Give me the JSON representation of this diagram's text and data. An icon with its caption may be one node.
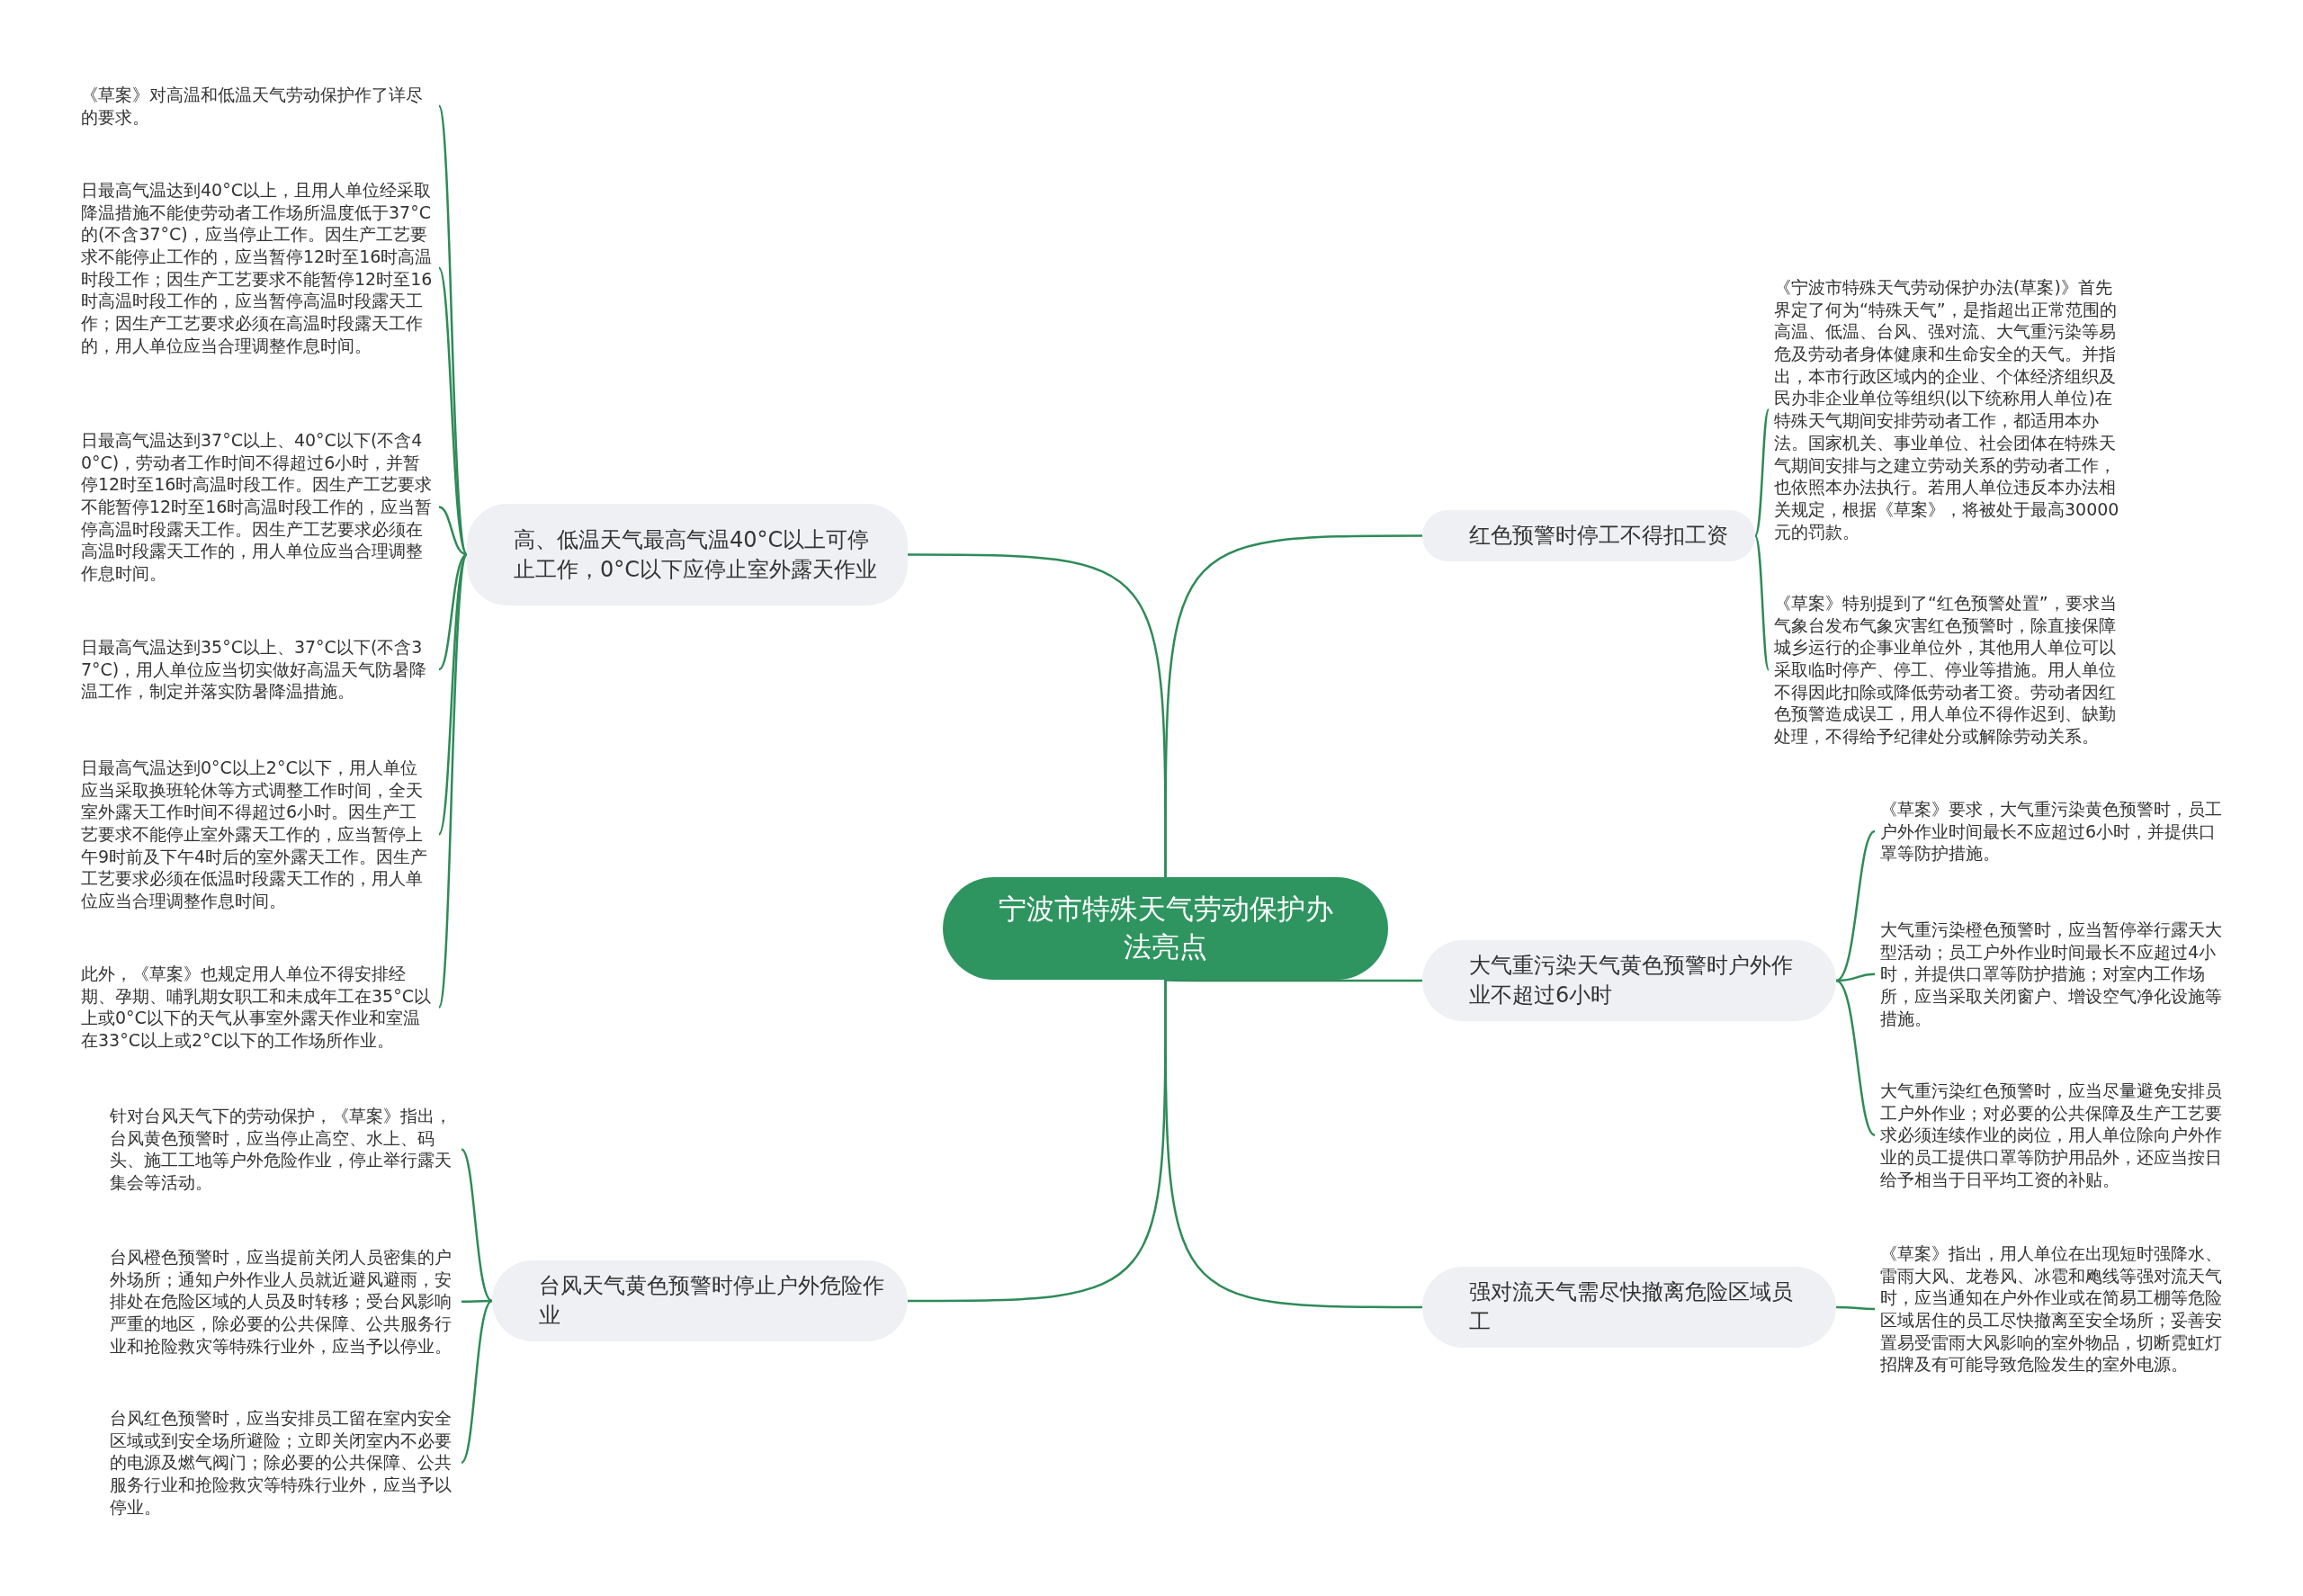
{
  "diagram": {
    "nodes": [
      {
        "text": [
          "宁波市特殊天气劳动保护办法亮点"
        ]
      },
      {
        "text": [
          "高、低温天气最高气温40°C以上可停止工作，0°C以下应停止室外露天作业"
        ]
      },
      {
        "text": [
          "《草案》对高温和低温天气劳动保护作了详尽的要求。"
        ]
      },
      {
        "text": [
          "日最高气温达到40°C以上，且用人单位经采取降温措施不能使劳动者工作场所温度低于37°C的(不含37°C)，应当停止工作。因生产工艺要求不能停止工作的，应当暂停12时至16时高温时段工作；因生产工艺要求不能暂停12时至16时高温时段工作的，应当暂停高温时段露天工作；因生产工艺要求必须在高温时段露天工作的，用人单位应当合理调整作息时间。"
        ]
      },
      {
        "text": [
          "日最高气温达到37°C以上、40°C以下(不含40°C)，劳动者工作时间不得超过6小时，并暂停12时至16时高温时段工作。因生产工艺要求不能暂停12时至16时高温时段工作的，应当暂停高温时段露天工作。因生产工艺要求必须在高温时段露天工作的，用人单位应当合理调整作息时间。"
        ]
      },
      {
        "text": [
          "日最高气温达到35°C以上、37°C以下(不含37°C)，用人单位应当切实做好高温天气防暑降温工作，制定并落实防暑降温措施。"
        ]
      },
      {
        "text": [
          "日最高气温达到0°C以上2°C以下，用人单位应当采取换班轮休等方式调整工作时间，全天室外露天工作时间不得超过6小时。因生产工艺要求不能停止室外露天工作的，应当暂停上午9时前及下午4时后的室外露天工作。因生产工艺要求必须在低温时段露天工作的，用人单位应当合理调整作息时间。"
        ]
      },
      {
        "text": [
          "此外，《草案》也规定用人单位不得安排经期、孕期、哺乳期女职工和未成年工在35°C以上或0°C以下的天气从事室外露天作业和室温在33°C以上或2°C以下的工作场所作业。"
        ]
      },
      {
        "text": [
          "台风天气黄色预警时停止户外危险作业"
        ]
      },
      {
        "text": [
          "针对台风天气下的劳动保护，《草案》指出，台风黄色预警时，应当停止高空、水上、码头、施工工地等户外危险作业，停止举行露天集会等活动。"
        ]
      },
      {
        "text": [
          "台风橙色预警时，应当提前关闭人员密集的户外场所；通知户外作业人员就近避风避雨，安排处在危险区域的人员及时转移；受台风影响严重的地区，除必要的公共保障、公共服务行业和抢险救灾等特殊行业外，应当予以停业。"
        ]
      },
      {
        "text": [
          "台风红色预警时，应当安排员工留在室内安全区域或到安全场所避险；立即关闭室内不必要的电源及燃气阀门；除必要的公共保障、公共服务行业和抢险救灾等特殊行业外，应当予以停业。"
        ]
      },
      {
        "text": [
          "红色预警时停工不得扣工资"
        ]
      },
      {
        "text": [
          "《宁波市特殊天气劳动保护办法(草案)》首先界定了何为“特殊天气”，是指超出正常范围的高温、低温、台风、强对流、大气重污染等易危及劳动者身体健康和生命安全的天气。并指出，本市行政区域内的企业、个体经济组织及民办非企业单位等组织(以下统称用人单位)在特殊天气期间安排劳动者工作，都适用本办法。国家机关、事业单位、社会团体在特殊天气期间安排与之建立劳动关系的劳动者工作，也依照本办法执行。若用人单位违反本办法相关规定，根据《草案》，将被处于最高30000元的罚款。"
        ]
      },
      {
        "text": [
          "《草案》特别提到了“红色预警处置”，要求当气象台发布气象灾害红色预警时，除直接保障城乡运行的企事业单位外，其他用人单位可以采取临时停产、停工、停业等措施。用人单位不得因此扣除或降低劳动者工资。劳动者因红色预警造成误工，用人单位不得作迟到、缺勤处理，不得给予纪律处分或解除劳动关系。"
        ]
      },
      {
        "text": [
          "大气重污染天气黄色预警时户外作业不超过6小时"
        ]
      },
      {
        "text": [
          "《草案》要求，大气重污染黄色预警时，员工户外作业时间最长不应超过6小时，并提供口罩等防护措施。"
        ]
      },
      {
        "text": [
          "大气重污染橙色预警时，应当暂停举行露天大型活动；员工户外作业时间最长不应超过4小时，并提供口罩等防护措施；对室内工作场所，应当采取关闭窗户、增设空气净化设施等措施。"
        ]
      },
      {
        "text": [
          "大气重污染红色预警时，应当尽量避免安排员工户外作业；对必要的公共保障及生产工艺要求必须连续作业的岗位，用人单位除向户外作业的员工提供口罩等防护用品外，还应当按日给予相当于日平均工资的补贴。"
        ]
      },
      {
        "text": [
          "强对流天气需尽快撤离危险区域员工"
        ]
      },
      {
        "text": [
          "《草案》指出，用人单位在出现短时强降水、雷雨大风、龙卷风、冰雹和飑线等强对流天气时，应当通知在户外作业或在简易工棚等危险区域居住的员工尽快撤离至安全场所；妥善安置易受雷雨大风影响的室外物品，切断霓虹灯招牌及有可能导致危险发生的室外电源。"
        ]
      }
    ],
    "edges": [
      {
        "from": 0,
        "to": 1,
        "arrow": "none"
      },
      {
        "from": 0,
        "to": 8,
        "arrow": "none"
      },
      {
        "from": 0,
        "to": 12,
        "arrow": "none"
      },
      {
        "from": 0,
        "to": 15,
        "arrow": "none"
      },
      {
        "from": 0,
        "to": 19,
        "arrow": "none"
      },
      {
        "from": 1,
        "to": 2,
        "arrow": "none"
      },
      {
        "from": 1,
        "to": 3,
        "arrow": "none"
      },
      {
        "from": 1,
        "to": 4,
        "arrow": "none"
      },
      {
        "from": 1,
        "to": 5,
        "arrow": "none"
      },
      {
        "from": 1,
        "to": 6,
        "arrow": "none"
      },
      {
        "from": 1,
        "to": 7,
        "arrow": "none"
      },
      {
        "from": 8,
        "to": 9,
        "arrow": "none"
      },
      {
        "from": 8,
        "to": 10,
        "arrow": "none"
      },
      {
        "from": 8,
        "to": 11,
        "arrow": "none"
      },
      {
        "from": 12,
        "to": 13,
        "arrow": "none"
      },
      {
        "from": 12,
        "to": 14,
        "arrow": "none"
      },
      {
        "from": 15,
        "to": 16,
        "arrow": "none"
      },
      {
        "from": 15,
        "to": 17,
        "arrow": "none"
      },
      {
        "from": 15,
        "to": 18,
        "arrow": "none"
      },
      {
        "from": 19,
        "to": 20,
        "arrow": "none"
      }
    ]
  }
}
